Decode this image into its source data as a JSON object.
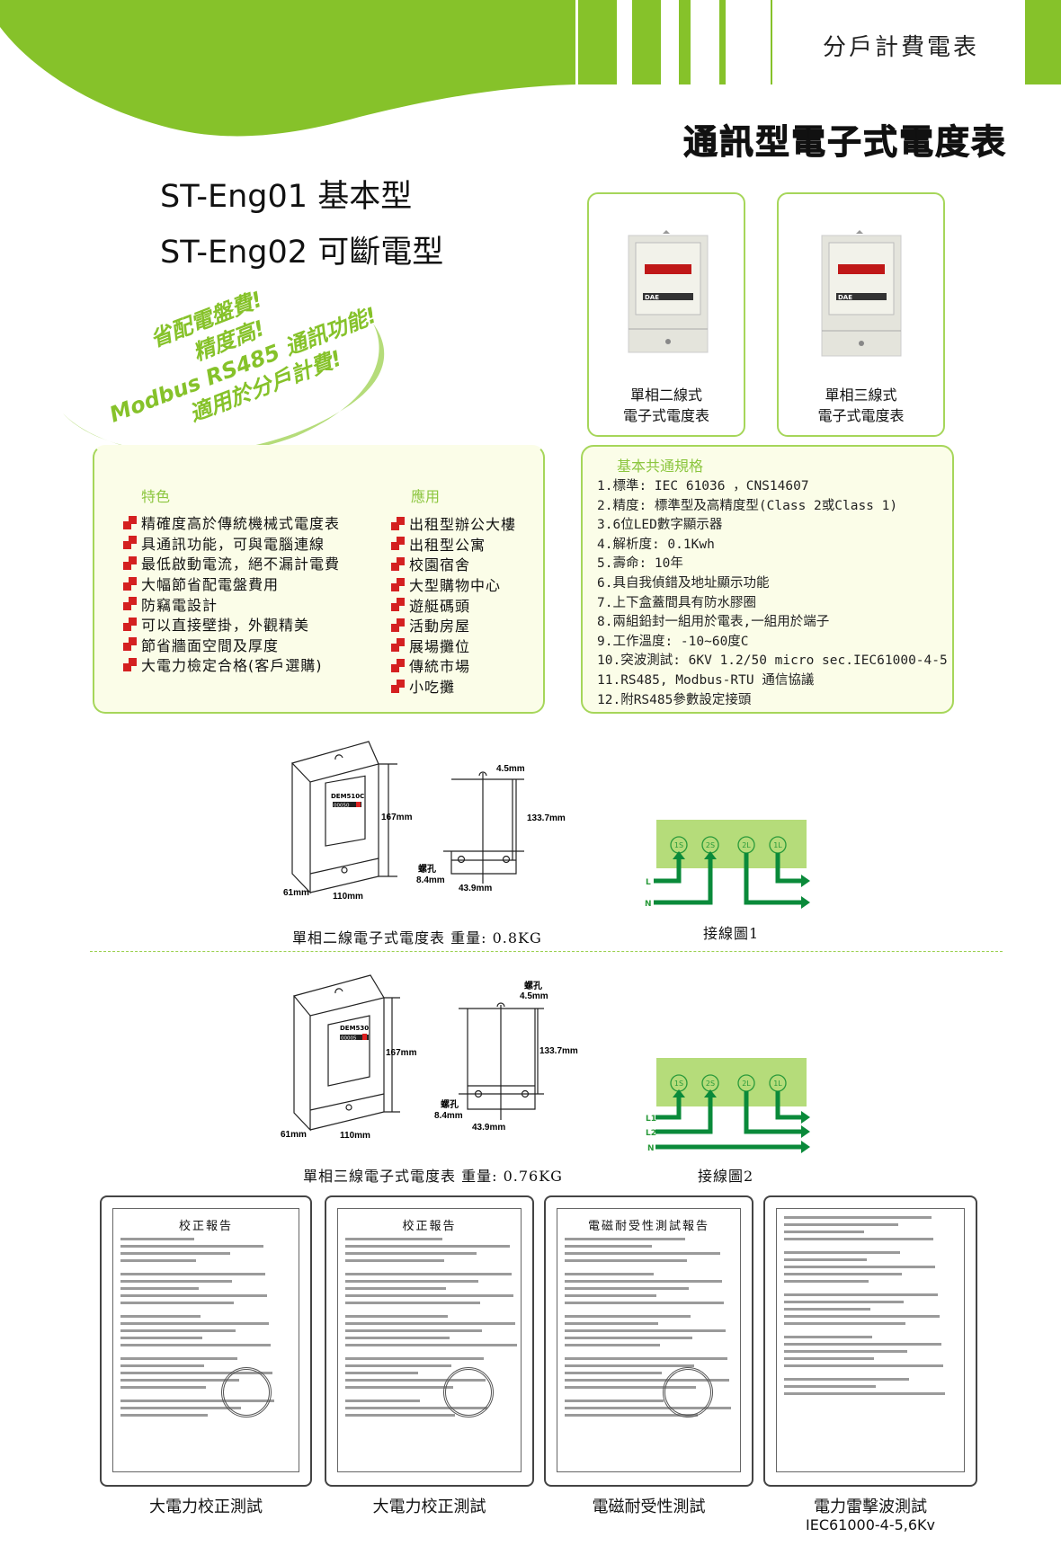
{
  "header": {
    "category": "分戶計費電表",
    "title": "通訊型電子式電度表",
    "brand_color": "#86c22a"
  },
  "models": [
    "ST-Eng01 基本型",
    "ST-Eng02 可斷電型"
  ],
  "slogan": [
    "省配電盤費!",
    "精度高!",
    "Modbus RS485 通訊功能!",
    "適用於分戶計費!"
  ],
  "products": [
    {
      "caption": [
        "單相二線式",
        "電子式電度表"
      ],
      "brand": "DAE"
    },
    {
      "caption": [
        "單相三線式",
        "電子式電度表"
      ],
      "brand": "DAE"
    }
  ],
  "features": {
    "title": "特色",
    "items": [
      "精確度高於傳統機械式電度表",
      "具通訊功能，可與電腦連線",
      "最低啟動電流，絕不漏計電費",
      "大幅節省配電盤費用",
      "防竊電設計",
      "可以直接壁掛，外觀精美",
      "節省牆面空間及厚度",
      "大電力檢定合格(客戶選購)"
    ]
  },
  "applications": {
    "title": "應用",
    "items": [
      "出租型辦公大樓",
      "出租型公寓",
      "校園宿舍",
      "大型購物中心",
      "遊艇碼頭",
      "活動房屋",
      "展場攤位",
      "傳統市場",
      "小吃攤"
    ]
  },
  "specs": {
    "title": "基本共通規格",
    "items": [
      "1.標準: IEC 61036 ，CNS14607",
      "2.精度: 標準型及高精度型(Class 2或Class 1)",
      "3.6位LED數字顯示器",
      "4.解析度: 0.1Kwh",
      "5.壽命: 10年",
      "6.具自我偵錯及地址顯示功能",
      "7.上下盒蓋間具有防水膠圈",
      "8.兩組鉛封一組用於電表,一組用於端子",
      "9.工作溫度: -10~60度C",
      "10.突波測試: 6KV 1.2/50 micro sec.IEC61000-4-5",
      "11.RS485, Modbus-RTU 通信協議",
      "12.附RS485參數設定接頭"
    ]
  },
  "diagrams": [
    {
      "model": "DEM510C",
      "reading": "00050",
      "height": "167mm",
      "depth": "61mm",
      "width": "110mm",
      "hole_top": "4.5mm",
      "hole_top_label": "",
      "body": "133.7mm",
      "hole_label": "螺孔",
      "hole": "8.4mm",
      "spacing": "43.9mm",
      "caption": "單相二線電子式電度表  重量: 0.8KG",
      "wiring_caption": "接線圖1",
      "terminals": [
        "1S",
        "2S",
        "2L",
        "1L"
      ],
      "lines": [
        "L",
        "N"
      ]
    },
    {
      "model": "DEM530",
      "reading": "00005",
      "height": "167mm",
      "depth": "61mm",
      "width": "110mm",
      "hole_top": "4.5mm",
      "hole_top_label": "螺孔",
      "body": "133.7mm",
      "hole_label": "螺孔",
      "hole": "8.4mm",
      "spacing": "43.9mm",
      "caption": "單相三線電子式電度表  重量: 0.76KG",
      "wiring_caption": "接線圖2",
      "terminals": [
        "1S",
        "2S",
        "2L",
        "1L"
      ],
      "lines": [
        "L1",
        "L2",
        "N"
      ]
    }
  ],
  "certificates": [
    {
      "heading": "校正報告",
      "caption": "大電力校正測試",
      "sub": ""
    },
    {
      "heading": "校正報告",
      "caption": "大電力校正測試",
      "sub": ""
    },
    {
      "heading": "電磁耐受性測試報告",
      "caption": "電磁耐受性測試",
      "sub": ""
    },
    {
      "heading": "",
      "caption": "電力雷擊波測試",
      "sub": "IEC61000-4-5,6Kv"
    }
  ]
}
